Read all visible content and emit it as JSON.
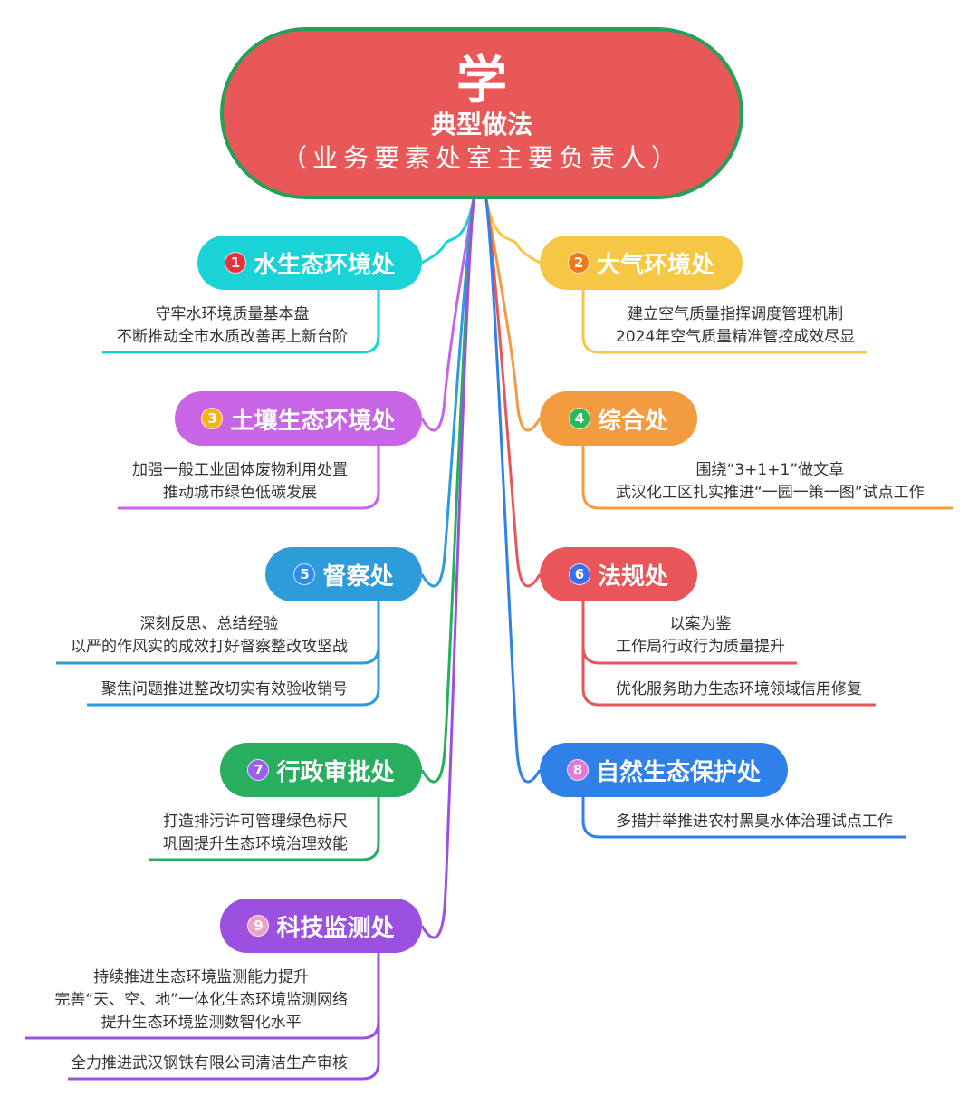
{
  "root": {
    "title": "学",
    "subtitle": "典型做法",
    "note": "（业务要素处室主要负责人）"
  },
  "nodes": [
    {
      "num": "1",
      "label": "水生态环境处",
      "color": "#19d3d6",
      "badge": "#e8323a",
      "items": [
        [
          "守牢水环境质量基本盘",
          "不断推动全市水质改善再上新台阶"
        ]
      ]
    },
    {
      "num": "2",
      "label": "大气环境处",
      "color": "#f5c744",
      "badge": "#f07a1a",
      "items": [
        [
          "建立空气质量指挥调度管理机制",
          "2024年空气质量精准管控成效尽显"
        ]
      ]
    },
    {
      "num": "3",
      "label": "土壤生态环境处",
      "color": "#c865e6",
      "badge": "#f5b21a",
      "items": [
        [
          "加强一般工业固体废物利用处置",
          "推动城市绿色低碳发展"
        ]
      ]
    },
    {
      "num": "4",
      "label": "综合处",
      "color": "#f39b3f",
      "badge": "#2fb85a",
      "items": [
        [
          "围绕“3+1+1”做文章",
          "武汉化工区扎实推进“一园一策一图”试点工作"
        ]
      ]
    },
    {
      "num": "5",
      "label": "督察处",
      "color": "#2e9bdb",
      "badge": "#2a8ef0",
      "items": [
        [
          "深刻反思、总结经验",
          "以严的作风实的成效打好督察整改攻坚战"
        ],
        [
          "聚焦问题推进整改切实有效验收销号"
        ]
      ]
    },
    {
      "num": "6",
      "label": "法规处",
      "color": "#e9565a",
      "badge": "#3a6ef0",
      "items": [
        [
          "以案为鉴",
          "工作局行政行为质量提升"
        ],
        [
          "优化服务助力生态环境领域信用修复"
        ]
      ]
    },
    {
      "num": "7",
      "label": "行政审批处",
      "color": "#27ae5f",
      "badge": "#9a5ff0",
      "items": [
        [
          "打造排污许可管理绿色标尺",
          "巩固提升生态环境治理效能"
        ]
      ]
    },
    {
      "num": "8",
      "label": "自然生态保护处",
      "color": "#2f80e8",
      "badge": "#e07ad8",
      "items": [
        [
          "多措并举推进农村黑臭水体治理试点工作"
        ]
      ]
    },
    {
      "num": "9",
      "label": "科技监测处",
      "color": "#9b50e0",
      "badge": "#f0a0c0",
      "items": [
        [
          "持续推进生态环境监测能力提升",
          "完善“天、空、地”一体化生态环境监测网络",
          "提升生态环境监测数智化水平"
        ],
        [
          "全力推进武汉钢铁有限公司清洁生产审核"
        ]
      ]
    }
  ]
}
